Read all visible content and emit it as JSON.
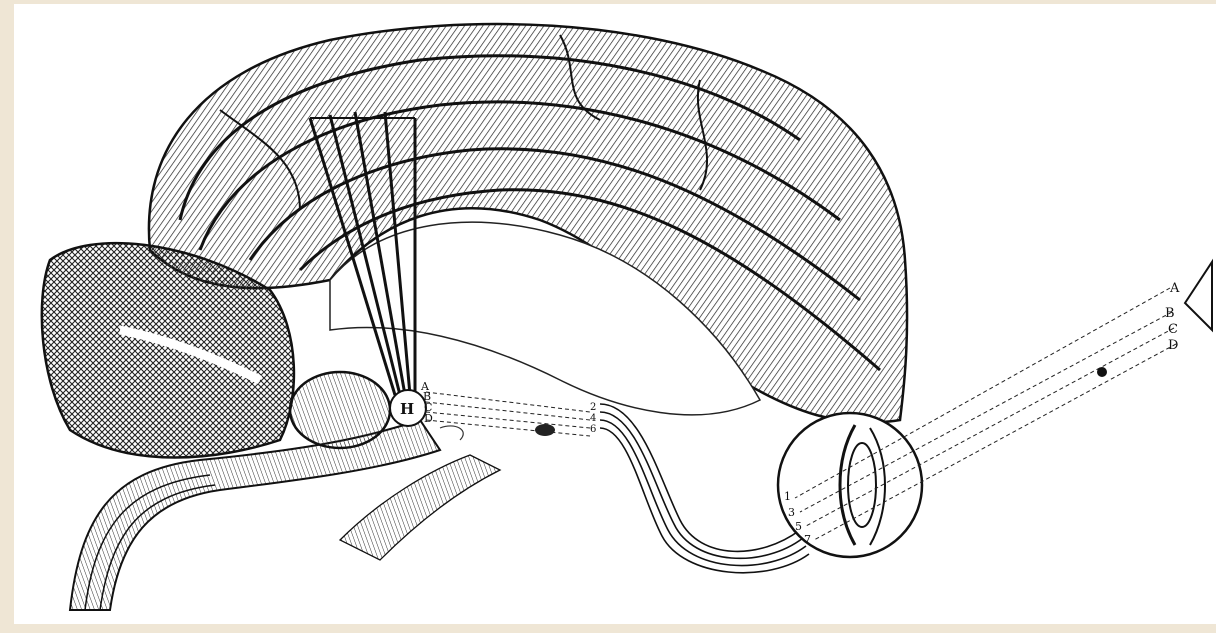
{
  "colors": {
    "paper": "#ffffff",
    "border": "#efe6d5",
    "ink": "#111111"
  },
  "labels": {
    "gland": "H",
    "gland_a": "A",
    "gland_b": "B",
    "gland_c": "C",
    "gland_d": "D",
    "object_a": "A",
    "object_b": "B",
    "object_c": "C",
    "object_d": "D",
    "nerve_2": "2",
    "nerve_4": "4",
    "nerve_6": "6",
    "retina_1": "1",
    "retina_3": "3",
    "retina_5": "5",
    "retina_7": "7"
  }
}
